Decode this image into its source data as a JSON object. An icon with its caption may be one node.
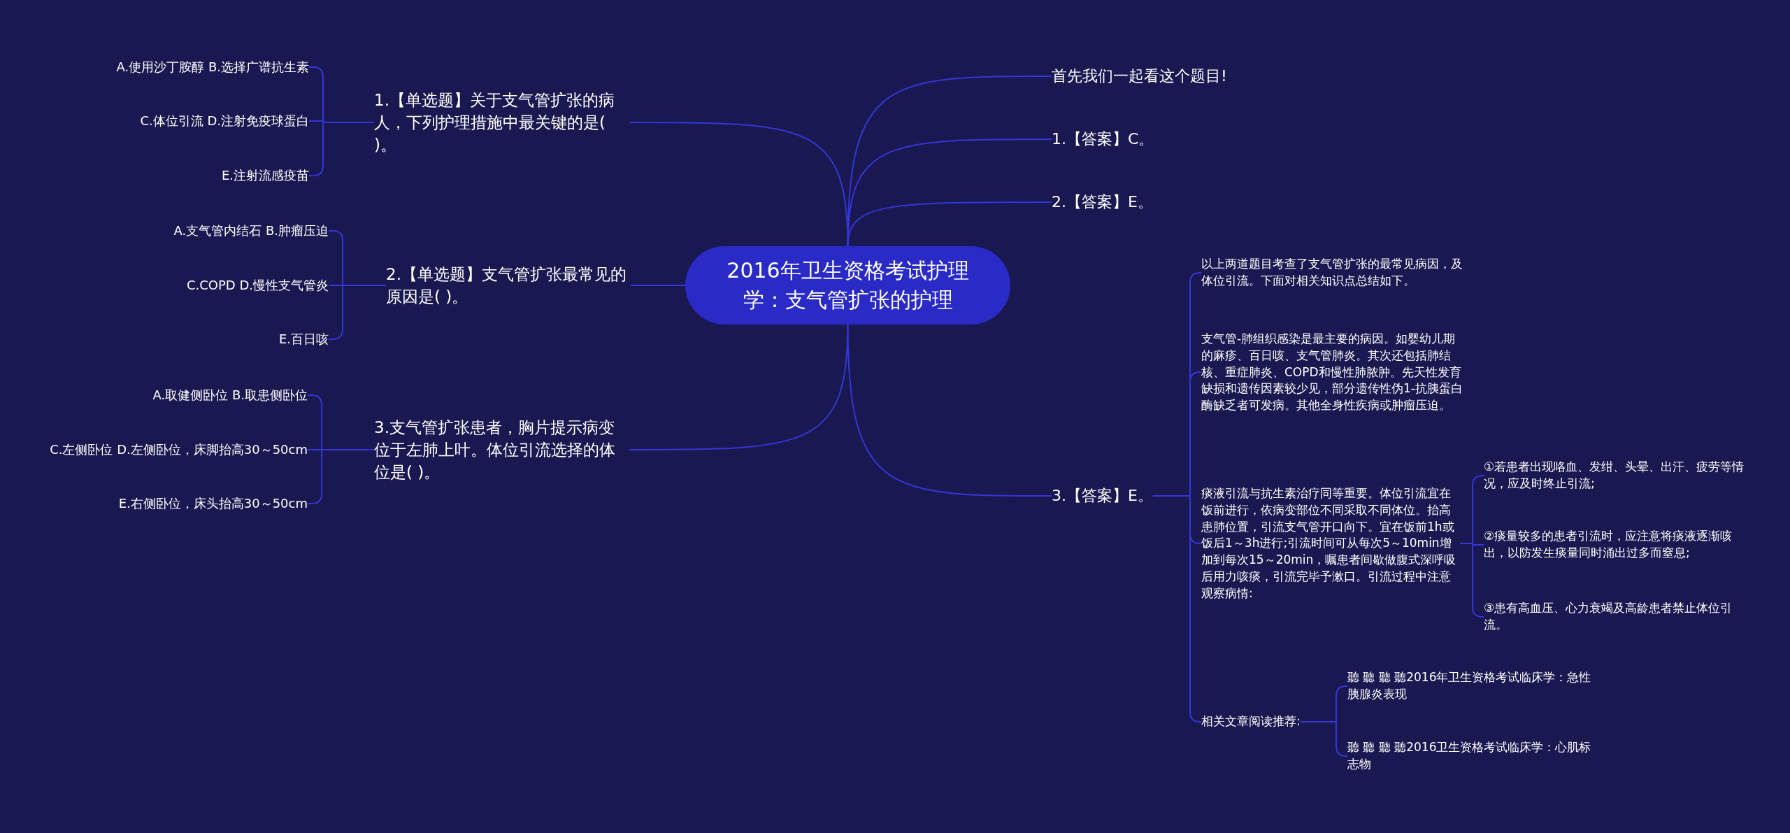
{
  "diagram": {
    "nodes": [
      {
        "text": [
          "2016年卫生资格考试护理学：支气管扩张的护理"
        ]
      },
      {
        "text": [
          "1.【单选题】关于支气管扩张的病人，下列护理措施中最关键的是( )。"
        ]
      },
      {
        "text": [
          "A.使用沙丁胺醇 B.选择广谱抗生素"
        ]
      },
      {
        "text": [
          "C.体位引流 D.注射免疫球蛋白"
        ]
      },
      {
        "text": [
          "E.注射流感疫苗"
        ]
      },
      {
        "text": [
          "2.【单选题】支气管扩张最常见的原因是( )。"
        ]
      },
      {
        "text": [
          "A.支气管内结石 B.肿瘤压迫"
        ]
      },
      {
        "text": [
          "C.COPD D.慢性支气管炎"
        ]
      },
      {
        "text": [
          "E.百日咳"
        ]
      },
      {
        "text": [
          "3.支气管扩张患者，胸片提示病变位于左肺上叶。体位引流选择的体位是( )。"
        ]
      },
      {
        "text": [
          "A.取健侧卧位 B.取患侧卧位"
        ]
      },
      {
        "text": [
          "C.左侧卧位 D.左侧卧位，床脚抬高30～50cm"
        ]
      },
      {
        "text": [
          "E.右侧卧位，床头抬高30～50cm"
        ]
      },
      {
        "text": [
          "首先我们一起看这个题目!"
        ]
      },
      {
        "text": [
          "1.【答案】C。"
        ]
      },
      {
        "text": [
          "2.【答案】E。"
        ]
      },
      {
        "text": [
          "3.【答案】E。"
        ]
      },
      {
        "text": [
          "以上两道题目考查了支气管扩张的最常见病因，及体位引流。下面对相关知识点总结如下。"
        ]
      },
      {
        "text": [
          "支气管-肺组织感染是最主要的病因。如婴幼儿期的麻疹、百日咳、支气管肺炎。其次还包括肺结核、重症肺炎、COPD和慢性肺脓肿。先天性发育缺损和遗传因素较少见，部分遗传性伪1-抗胰蛋白酶缺乏者可发病。其他全身性疾病或肿瘤压迫。"
        ]
      },
      {
        "text": [
          "痰液引流与抗生素治疗同等重要。体位引流宜在饭前进行，依病变部位不同采取不同体位。抬高患肺位置，引流支气管开口向下。宜在饭前1h或饭后1～3h进行;引流时间可从每次5～10min增加到每次15～20min，嘱患者间歇做腹式深呼吸后用力咳痰，引流完毕予漱口。引流过程中注意观察病情:"
        ]
      },
      {
        "text": [
          "①若患者出现咯血、发绀、头晕、出汗、疲劳等情况，应及时终止引流;"
        ]
      },
      {
        "text": [
          "②痰量较多的患者引流时，应注意将痰液逐渐咳出，以防发生痰量同时涌出过多而窒息;"
        ]
      },
      {
        "text": [
          "③患有高血压、心力衰竭及高龄患者禁止体位引流。"
        ]
      },
      {
        "text": [
          "相关文章阅读推荐:"
        ]
      },
      {
        "text": [
          "聽 聽 聽 聽2016年卫生资格考试临床学：急性胰腺炎表现"
        ]
      },
      {
        "text": [
          "聽 聽 聽 聽2016卫生资格考试临床学：心肌标志物"
        ]
      }
    ],
    "edges": [
      {
        "from": 0,
        "to": 1,
        "arrow": "none"
      },
      {
        "from": 1,
        "to": 2,
        "arrow": "none"
      },
      {
        "from": 1,
        "to": 3,
        "arrow": "none"
      },
      {
        "from": 1,
        "to": 4,
        "arrow": "none"
      },
      {
        "from": 0,
        "to": 5,
        "arrow": "none"
      },
      {
        "from": 5,
        "to": 6,
        "arrow": "none"
      },
      {
        "from": 5,
        "to": 7,
        "arrow": "none"
      },
      {
        "from": 5,
        "to": 8,
        "arrow": "none"
      },
      {
        "from": 0,
        "to": 9,
        "arrow": "none"
      },
      {
        "from": 9,
        "to": 10,
        "arrow": "none"
      },
      {
        "from": 9,
        "to": 11,
        "arrow": "none"
      },
      {
        "from": 9,
        "to": 12,
        "arrow": "none"
      },
      {
        "from": 0,
        "to": 13,
        "arrow": "none"
      },
      {
        "from": 0,
        "to": 14,
        "arrow": "none"
      },
      {
        "from": 0,
        "to": 15,
        "arrow": "none"
      },
      {
        "from": 0,
        "to": 16,
        "arrow": "none"
      },
      {
        "from": 16,
        "to": 17,
        "arrow": "none"
      },
      {
        "from": 16,
        "to": 18,
        "arrow": "none"
      },
      {
        "from": 16,
        "to": 19,
        "arrow": "none"
      },
      {
        "from": 16,
        "to": 23,
        "arrow": "none"
      },
      {
        "from": 19,
        "to": 20,
        "arrow": "none"
      },
      {
        "from": 19,
        "to": 21,
        "arrow": "none"
      },
      {
        "from": 19,
        "to": 22,
        "arrow": "none"
      },
      {
        "from": 23,
        "to": 24,
        "arrow": "none"
      },
      {
        "from": 23,
        "to": 25,
        "arrow": "none"
      }
    ]
  }
}
